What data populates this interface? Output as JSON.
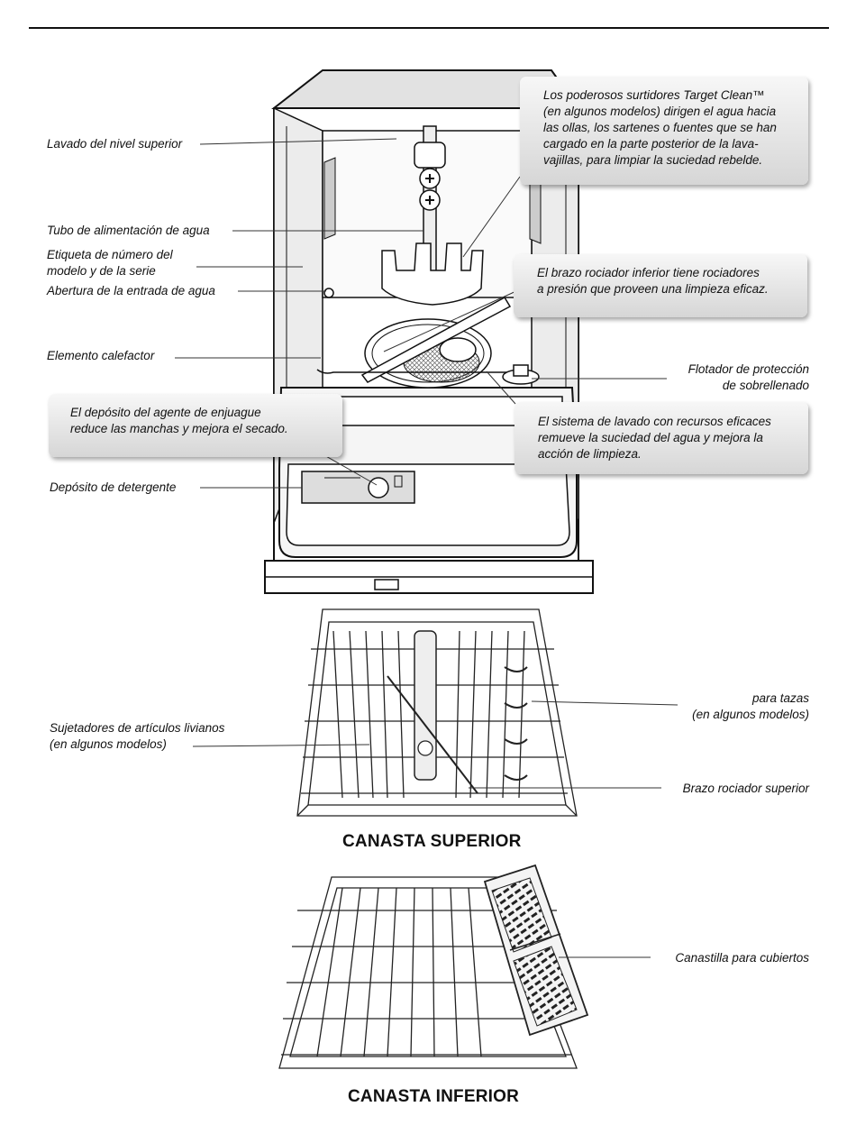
{
  "labels": {
    "lavado_nivel_superior": "Lavado del nivel superior",
    "tubo_alimentacion": "Tubo de alimentación de agua",
    "etiqueta_line1": "Etiqueta de número del",
    "etiqueta_line2": "modelo y de la serie",
    "abertura_entrada": "Abertura de la entrada de agua",
    "elemento_calefactor": "Elemento calefactor",
    "deposito_detergente": "Depósito de detergente",
    "flotador_line1": "Flotador de protección",
    "flotador_line2": "de sobrellenado",
    "tazas_line1": "para tazas",
    "tazas_line2": "(en algunos modelos)",
    "sujetadores_line1": "Sujetadores de artículos livianos",
    "sujetadores_line2": "(en algunos modelos)",
    "brazo_superior": "Brazo rociador superior",
    "canastilla": "Canastilla para cubiertos"
  },
  "callouts": {
    "target_clean": [
      "Los poderosos surtidores Target Clean™",
      "(en algunos modelos) dirigen el agua hacia",
      "las ollas, los sartenes o fuentes que se han",
      "cargado en la parte posterior de la lava-",
      "vajillas, para limpiar la suciedad rebelde."
    ],
    "brazo_inferior": [
      "El brazo rociador inferior tiene rociadores",
      "a presión que proveen una limpieza eficaz."
    ],
    "sistema_lavado": [
      "El sistema de lavado con recursos eficaces",
      "remueve la suciedad del agua y mejora la",
      "acción de limpieza."
    ],
    "enjuague": [
      "El depósito del agente de enjuague",
      "reduce las manchas y mejora el secado."
    ]
  },
  "headings": {
    "upper_rack": "CANASTA SUPERIOR",
    "lower_rack": "CANASTA INFERIOR"
  }
}
